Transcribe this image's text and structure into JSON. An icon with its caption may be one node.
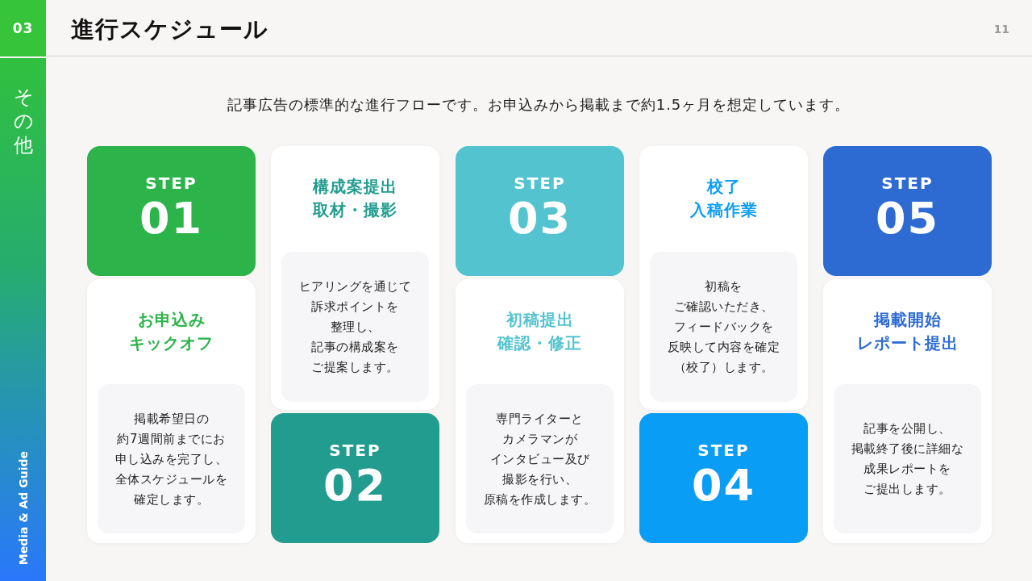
{
  "diagram": {
    "title": "進行スケジュール",
    "nodes": [
      {
        "text": [
          "03"
        ]
      },
      {
        "text": [
          "その他",
          "Media & Ad Guide"
        ]
      },
      {
        "text": [
          "STEP",
          "01"
        ]
      },
      {
        "text": [
          "お申込みキックオフ"
        ]
      },
      {
        "text": [
          "掲載希望日の約7週間前までにお申し込みを完了し、全体スケジュールを確定します。"
        ],
        "in": 3
      },
      {
        "text": [
          "構成案提出取材・撮影"
        ]
      },
      {
        "text": [
          "ヒアリングを通じて訴求ポイントを整理し、記事の構成案をご提案します。"
        ],
        "in": 5
      },
      {
        "text": [
          "STEP",
          "02"
        ]
      },
      {
        "text": [
          "STEP",
          "03"
        ]
      },
      {
        "text": [
          "初稿提出確認・修正"
        ]
      },
      {
        "text": [
          "専門ライターとカメラマンがインタビュー及び撮影を行い、原稿を作成します。"
        ],
        "in": 9
      },
      {
        "text": [
          "校了入稿作業"
        ]
      },
      {
        "text": [
          "初稿をご確認いただき、フィードバックを反映して内容を確定（校了）します。"
        ],
        "in": 11
      },
      {
        "text": [
          "STEP",
          "04"
        ]
      },
      {
        "text": [
          "STEP",
          "05"
        ]
      },
      {
        "text": [
          "掲載開始レポート提出"
        ]
      },
      {
        "text": [
          "記事を公開し、掲載終了後に詳細な成果レポートをご提出します。"
        ],
        "in": 15
      }
    ],
    "labels": [
      "11",
      "記事広告の標準的な進行フローです。お申込みから掲載まで約1.5ヶ月を想定しています。"
    ]
  }
}
